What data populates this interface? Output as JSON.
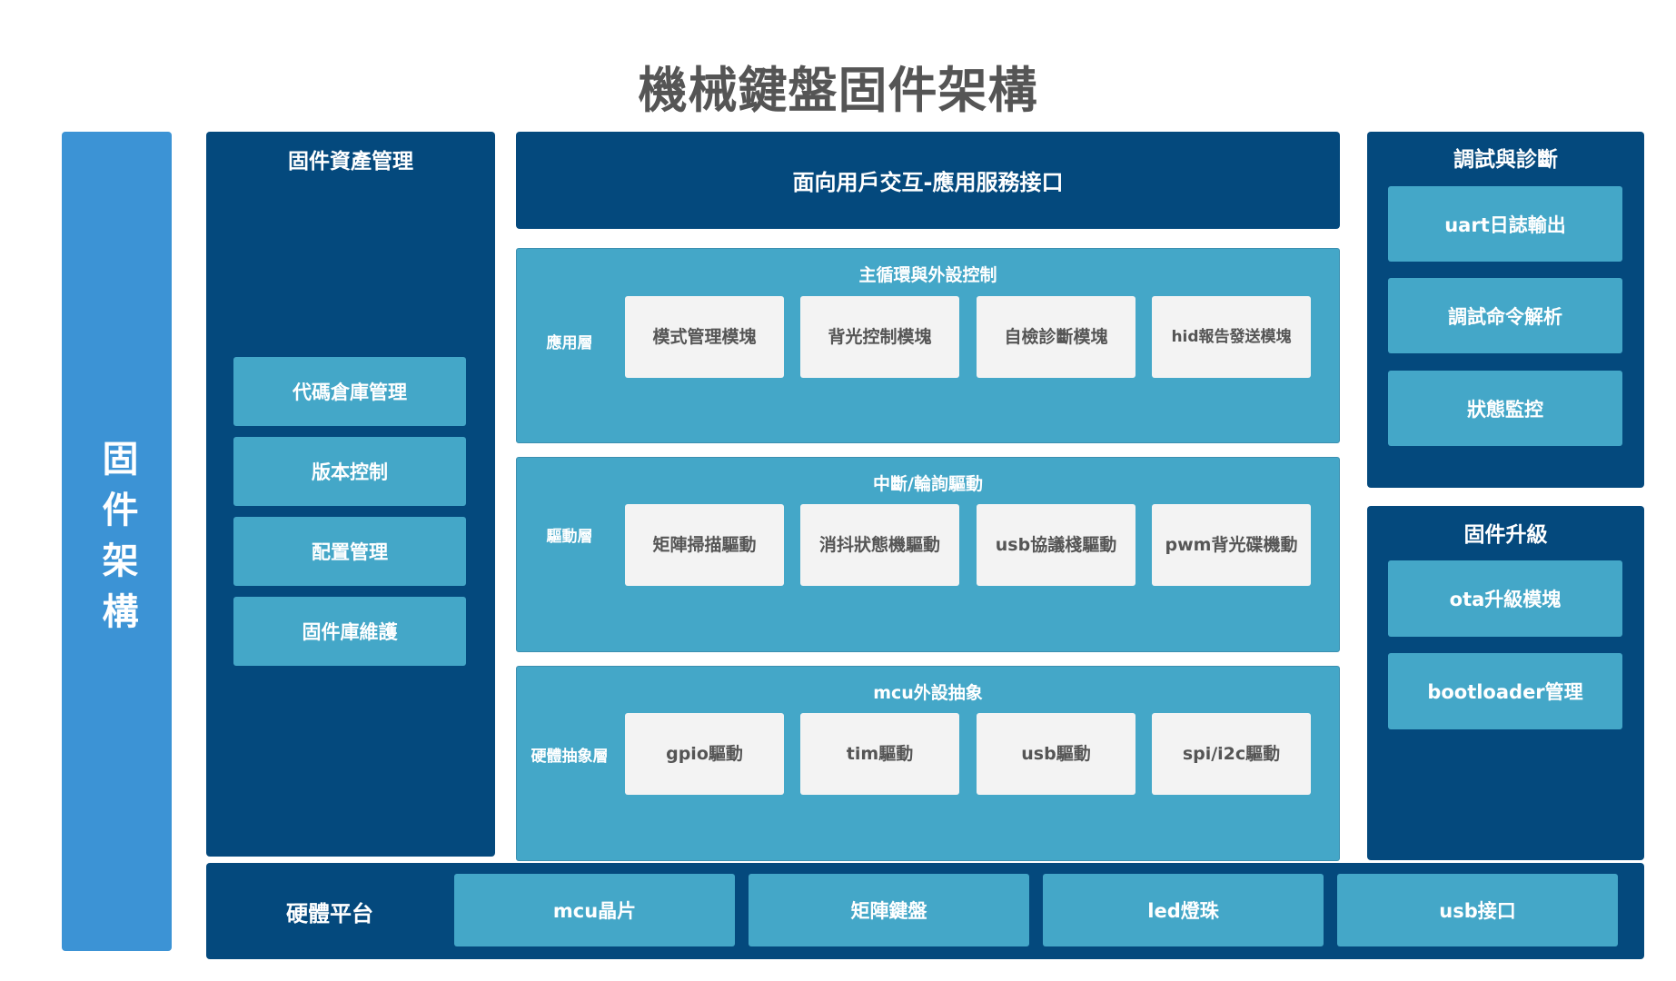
{
  "title": "機械鍵盤固件架構",
  "side_label": "固件架構",
  "asset_mgmt": {
    "title": "固件資產管理",
    "items": [
      "代碼倉庫管理",
      "版本控制",
      "配置管理",
      "固件庫維護"
    ]
  },
  "api_header": "面向用戶交互-應用服務接口",
  "layers": [
    {
      "label": "應用層",
      "title": "主循環與外設控制",
      "modules": [
        "模式管理模塊",
        "背光控制模塊",
        "自檢診斷模塊",
        "hid報告發送模塊"
      ]
    },
    {
      "label": "驅動層",
      "title": "中斷/輪詢驅動",
      "modules": [
        "矩陣掃描驅動",
        "消抖狀態機驅動",
        "usb協議棧驅動",
        "pwm背光碟機動"
      ]
    },
    {
      "label": "硬體抽象層",
      "title": "mcu外設抽象",
      "modules": [
        "gpio驅動",
        "tim驅動",
        "usb驅動",
        "spi/i2c驅動"
      ]
    }
  ],
  "debug": {
    "title": "調試與診斷",
    "items": [
      "uart日誌輸出",
      "調試命令解析",
      "狀態監控"
    ]
  },
  "upgrade": {
    "title": "固件升級",
    "items": [
      "ota升級模塊",
      "bootloader管理"
    ]
  },
  "hardware": {
    "title": "硬體平台",
    "items": [
      "mcu晶片",
      "矩陣鍵盤",
      "led燈珠",
      "usb接口"
    ]
  }
}
